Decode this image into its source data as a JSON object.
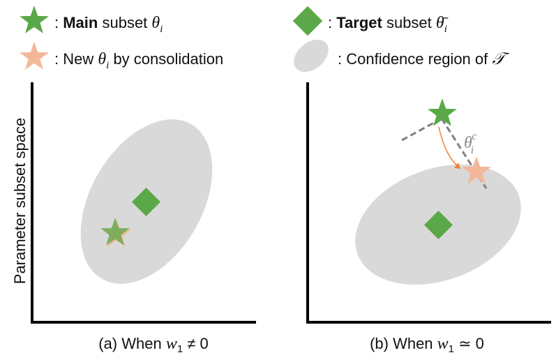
{
  "legend": {
    "main": {
      "prefix": ": ",
      "bold": "Main",
      "text": " subset ",
      "symbol": "θ",
      "sub": "i"
    },
    "target": {
      "prefix": ": ",
      "bold": "Target",
      "text": " subset ",
      "symbol": "θ̄",
      "sub": "i"
    },
    "new": {
      "prefix": ": New ",
      "symbol": "θ",
      "sub": "i",
      "suffix": " by consolidation"
    },
    "confidence": {
      "text": ": Confidence region of ",
      "symbol": "𝒯"
    }
  },
  "y_axis_label": "Parameter subset space",
  "panel_a": {
    "prefix": "(a) When ",
    "var": "w",
    "sub": "1",
    "rel": " ≠ 0"
  },
  "panel_b": {
    "prefix": "(b) When ",
    "var": "w",
    "sub": "1",
    "rel": " ≃ 0"
  },
  "angle_label": {
    "symbol": "θ",
    "sub": "i",
    "sup": "c"
  },
  "colors": {
    "main_star": "#5aa847",
    "new_star": "#f3b899",
    "target_diamond": "#5aa847",
    "region": "#d9d9d9",
    "arc": "#f08030",
    "dash": "#808080",
    "axis": "#000000"
  }
}
